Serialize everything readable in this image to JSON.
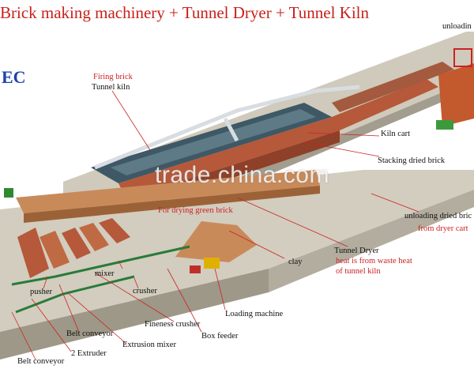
{
  "title": "Brick making machinery + Tunnel Dryer + Tunnel Kiln",
  "brand": "EC",
  "watermark": "trade.china.com",
  "labels": {
    "unloading_top": "unloadin",
    "firing_brick": "Firing brick",
    "tunnel_kiln": "Tunnel kiln",
    "kiln_cart": "Kiln cart",
    "stacking": "Stacking dried brick",
    "drying_green": "For drying green brick",
    "unloading_dried": "unloading dried bric",
    "from_dryer_cart": "from dryer cart",
    "tunnel_dryer": "Tunnel Dryer",
    "heat_from": "heat is from waste heat",
    "of_tunnel_kiln": "of tunnel kiln",
    "clay": "clay",
    "mixer": "mixer",
    "pusher": "pusher",
    "crusher": "crusher",
    "loading_machine": "Loading machine",
    "fineness_crusher": "Fineness crusher",
    "box_feeder": "Box feeder",
    "belt_conveyor_1": "Belt conveyor",
    "extrusion_mixer": "Extrusion mixer",
    "extruder": "2 Extruder",
    "belt_conveyor_2": "Belt conveyor"
  },
  "colors": {
    "title": "#c8201a",
    "brand": "#1e40b0",
    "callout_red": "#cc2222",
    "callout_black": "#111111",
    "floor": "#c9c4b6",
    "kiln_brick": "#b5593a",
    "dryer_brick": "#c98a5a",
    "wall": "#9e9888"
  }
}
